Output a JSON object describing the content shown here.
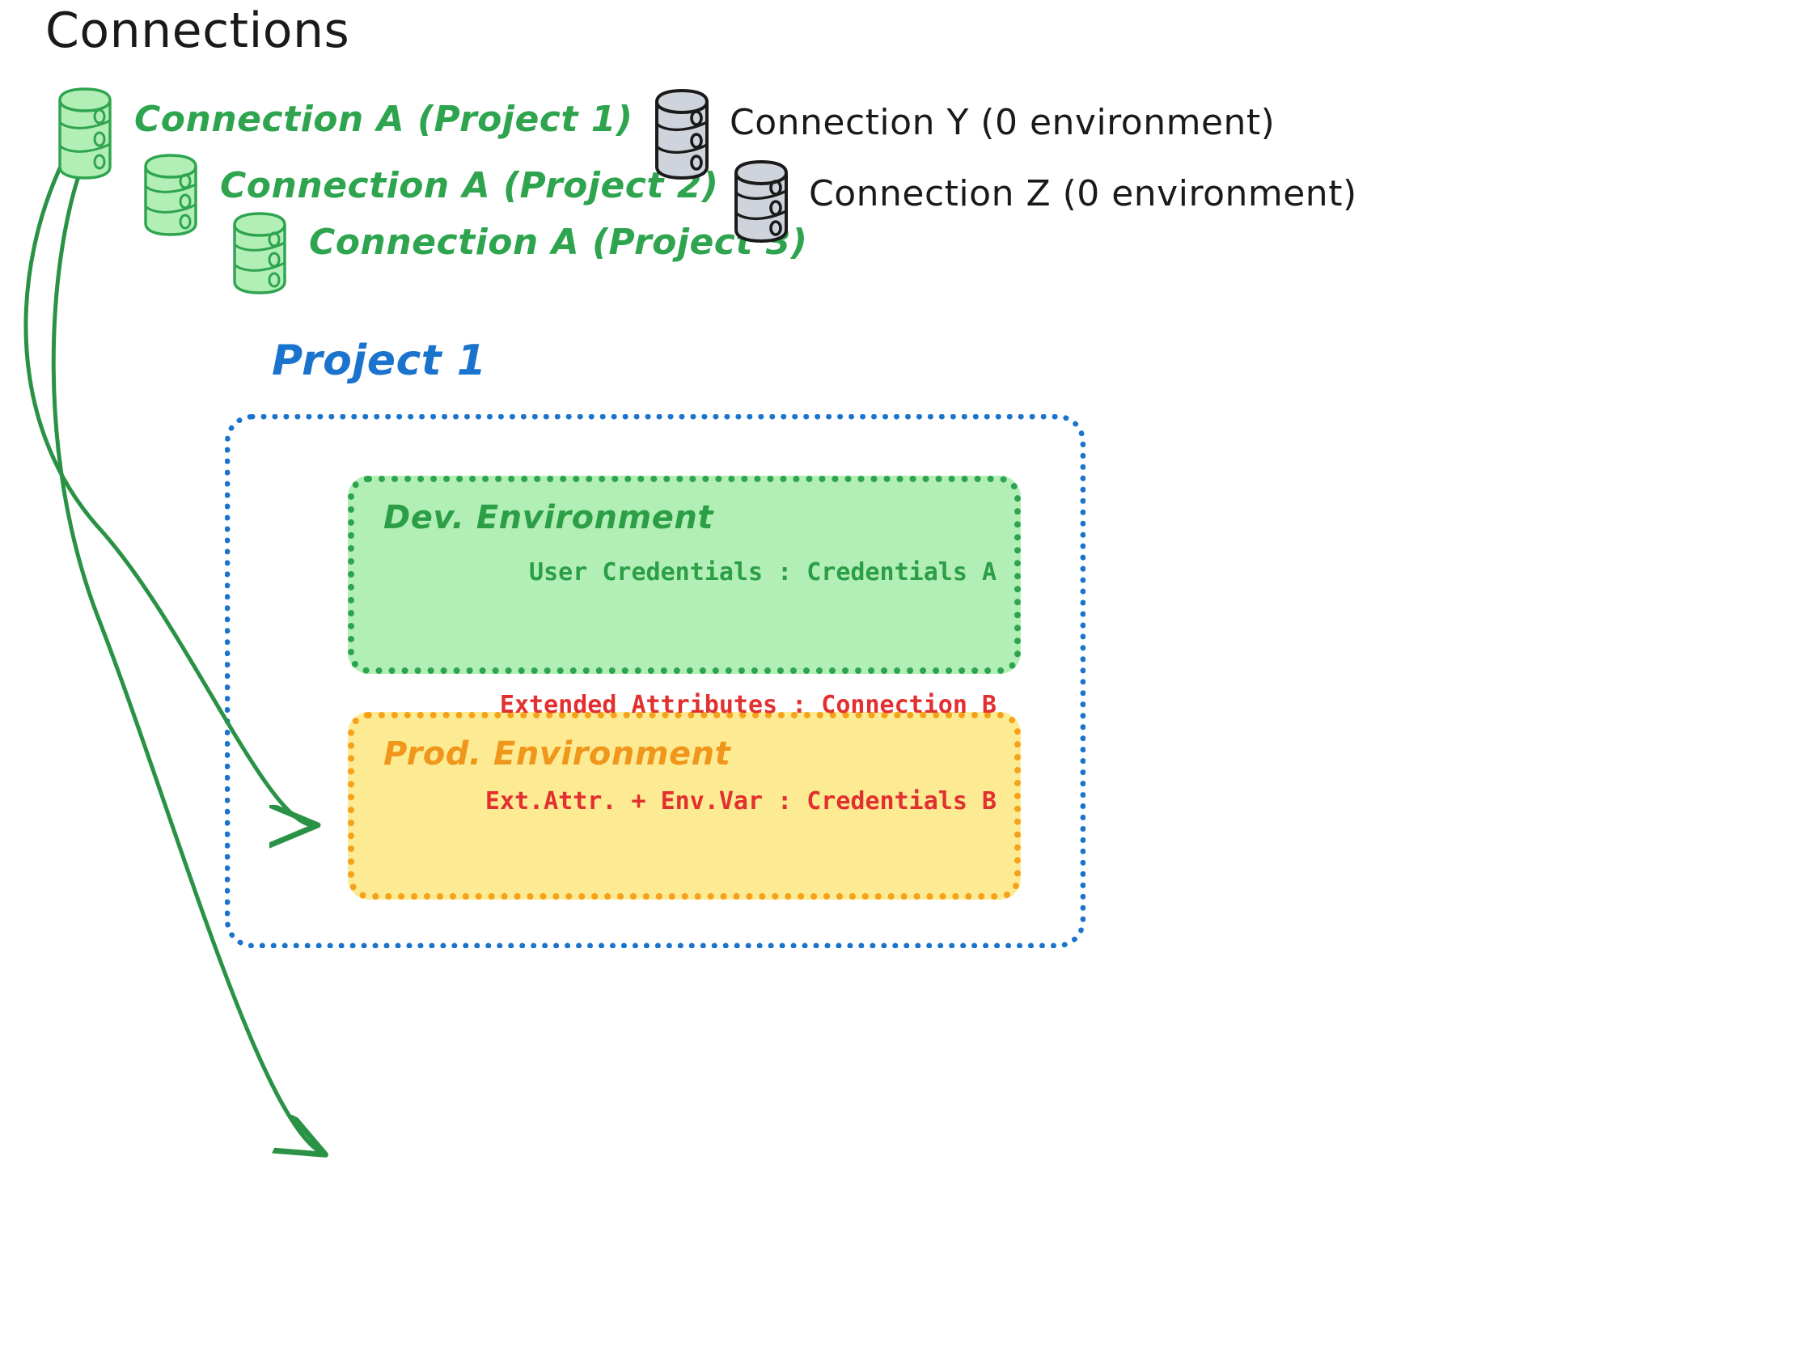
{
  "title": "Connections",
  "connections": {
    "green": [
      {
        "label": "Connection A (Project 1)",
        "icon": "database-icon",
        "color": "#2ea44f"
      },
      {
        "label": "Connection A (Project 2)",
        "icon": "database-icon",
        "color": "#2ea44f"
      },
      {
        "label": "Connection A (Project 3)",
        "icon": "database-icon",
        "color": "#2ea44f"
      }
    ],
    "gray": [
      {
        "label": "Connection Y (0 environment)",
        "icon": "database-icon",
        "color": "#1a1a1a"
      },
      {
        "label": "Connection Z (0 environment)",
        "icon": "database-icon",
        "color": "#1a1a1a"
      }
    ]
  },
  "project": {
    "label": "Project 1",
    "color": "#1a73cc",
    "environments": [
      {
        "name": "Dev. Environment",
        "accent": "#2ea44f",
        "fill": "#b2efb7",
        "lines": [
          "User Credentials : Credentials A"
        ]
      },
      {
        "name": "Prod. Environment",
        "accent": "#f5a11a",
        "fill": "#fceb93",
        "lines": [
          "Extended Attributes : Connection B",
          "Ext.Attr. + Env.Var : Credentials B"
        ]
      }
    ]
  },
  "arrows": [
    {
      "name": "arrow-connection-a-to-dev-environment",
      "color": "#2a9245"
    },
    {
      "name": "arrow-connection-a-to-prod-environment",
      "color": "#2a9245"
    }
  ],
  "palette": {
    "green_stroke": "#2ea44f",
    "green_fill": "#b2efb7",
    "gray_stroke": "#1a1a1a",
    "gray_fill": "#cfd3db",
    "blue": "#1a73cc",
    "orange": "#f5a11a",
    "red": "#e23030",
    "ink": "#1a1a1a",
    "background": "#ffffff"
  }
}
